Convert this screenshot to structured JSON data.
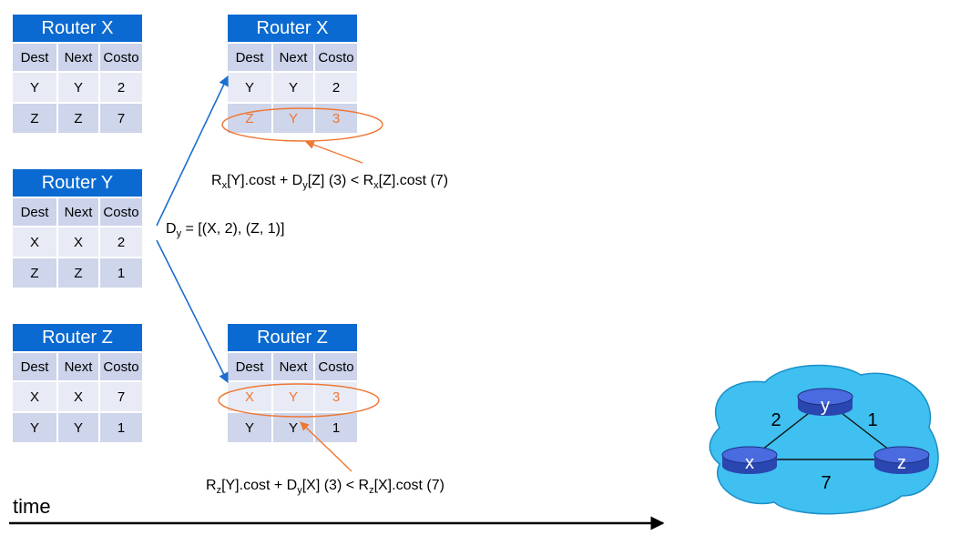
{
  "tables": [
    {
      "title": "Router X",
      "headers": [
        "Dest",
        "Next",
        "Costo"
      ],
      "rows": [
        [
          "Y",
          "Y",
          "2"
        ],
        [
          "Z",
          "Z",
          "7"
        ]
      ]
    },
    {
      "title": "Router Y",
      "headers": [
        "Dest",
        "Next",
        "Costo"
      ],
      "rows": [
        [
          "X",
          "X",
          "2"
        ],
        [
          "Z",
          "Z",
          "1"
        ]
      ]
    },
    {
      "title": "Router Z",
      "headers": [
        "Dest",
        "Next",
        "Costo"
      ],
      "rows": [
        [
          "X",
          "X",
          "7"
        ],
        [
          "Y",
          "Y",
          "1"
        ]
      ]
    },
    {
      "title": "Router X",
      "headers": [
        "Dest",
        "Next",
        "Costo"
      ],
      "rows": [
        [
          "Y",
          "Y",
          "2"
        ],
        [
          "Z",
          "Y",
          "3"
        ]
      ],
      "updated_row": 1
    },
    {
      "title": "Router Z",
      "headers": [
        "Dest",
        "Next",
        "Costo"
      ],
      "rows": [
        [
          "X",
          "Y",
          "3"
        ],
        [
          "Y",
          "Y",
          "1"
        ]
      ],
      "updated_row": 0
    }
  ],
  "vector_label": {
    "D": "D",
    "sub": "y",
    "rest": " = [(X, 2), (Z, 1)]"
  },
  "condition_x": {
    "p1": "R",
    "s1": "x",
    "p2": "[Y].cost + D",
    "s2": "y",
    "p3": "[Z] (3) < R",
    "s3": "x",
    "p4": "[Z].cost (7)"
  },
  "condition_z": {
    "p1": "R",
    "s1": "z",
    "p2": "[Y].cost + D",
    "s2": "y",
    "p3": "[X] (3) < R",
    "s3": "z",
    "p4": "[X].cost (7)"
  },
  "time_label": "time",
  "network": {
    "nodes": {
      "x": "x",
      "y": "y",
      "z": "z"
    },
    "links": {
      "xy": "2",
      "yz": "1",
      "xz": "7"
    },
    "colors": {
      "cloud": "#3fc0f0",
      "router": "#3a5ad0"
    }
  },
  "colors": {
    "accent_blue": "#0a6ad1",
    "highlight_orange": "#ee7733"
  }
}
